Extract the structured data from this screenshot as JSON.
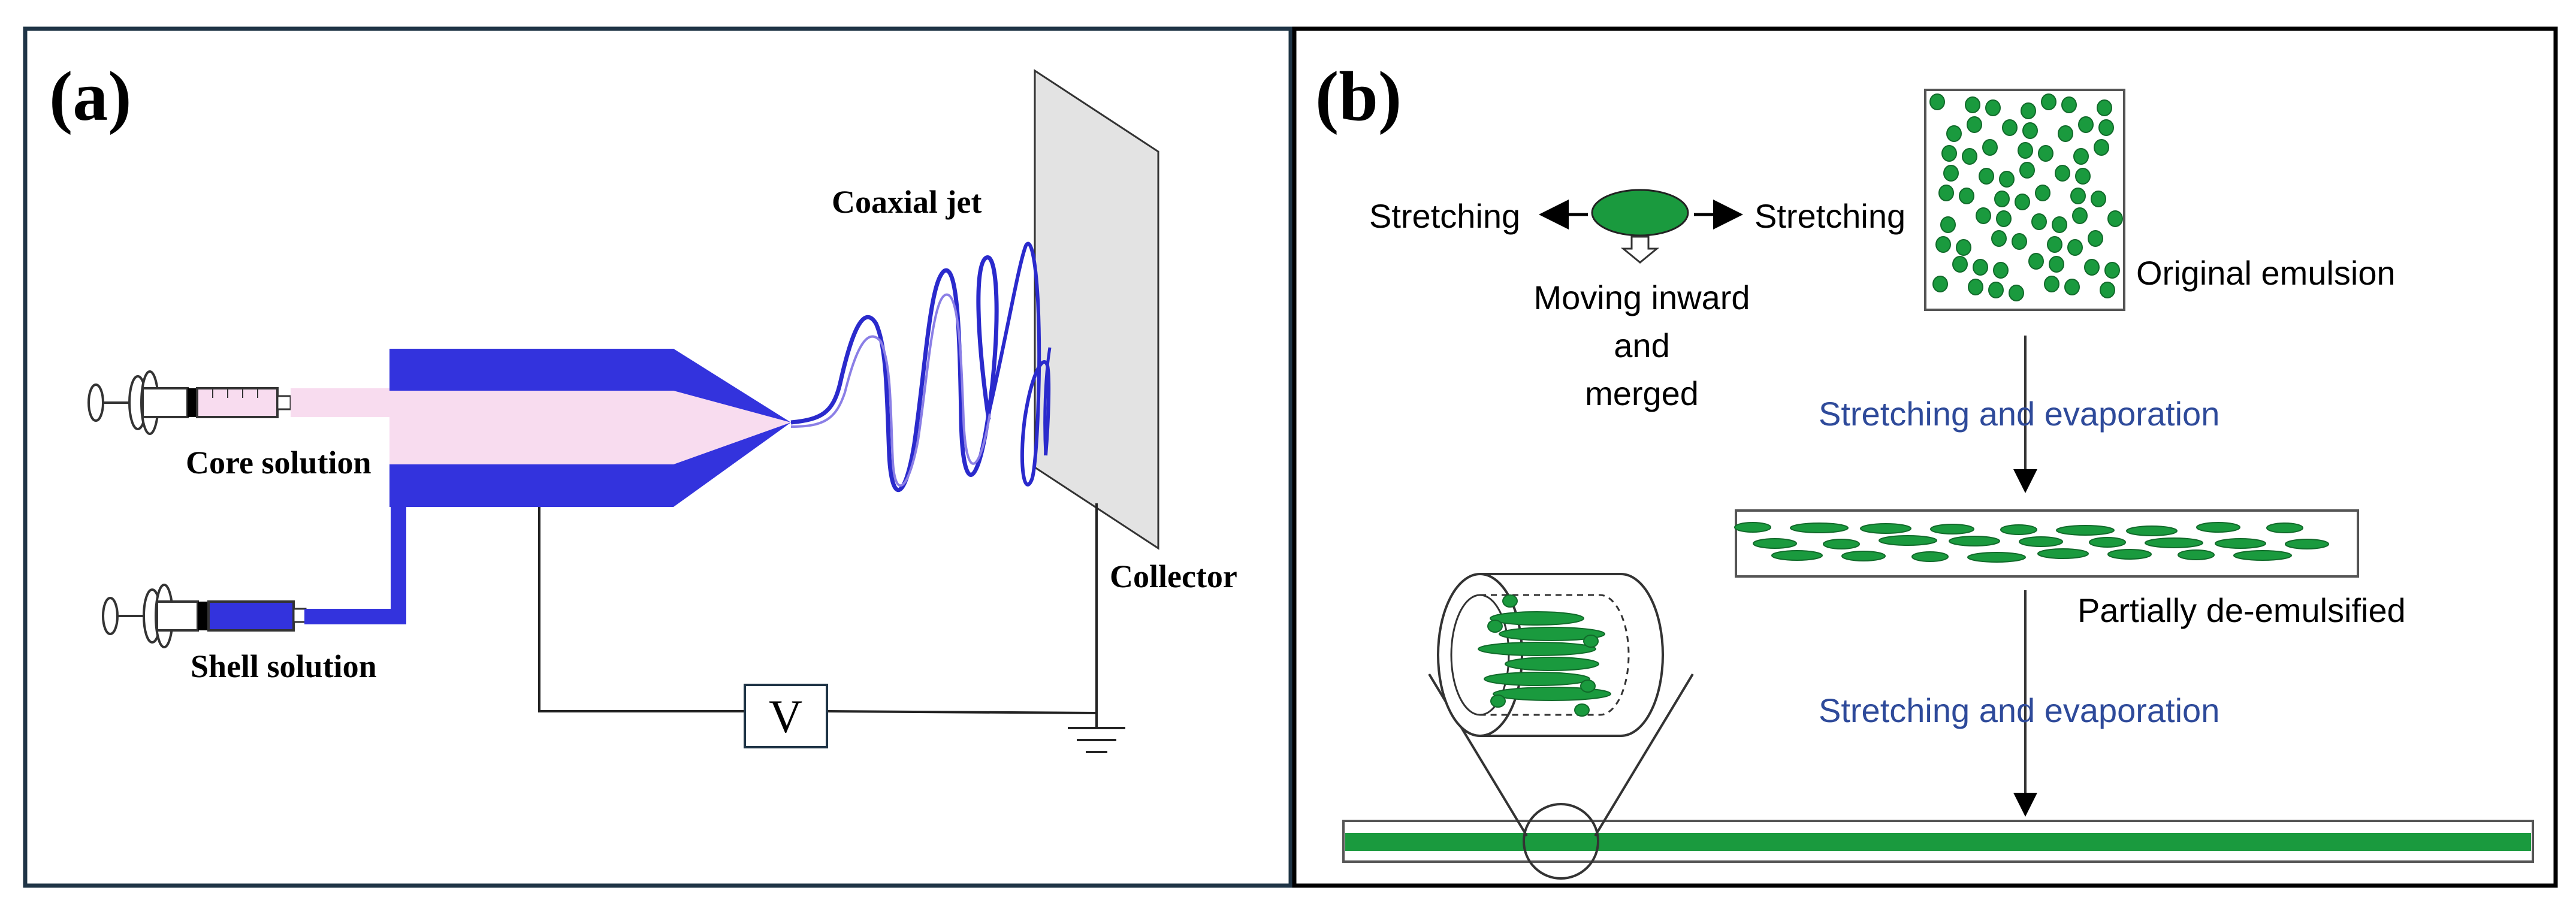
{
  "panel_a": {
    "label": "(a)",
    "coaxial_jet_label": "Coaxial jet",
    "core_solution_label": "Core solution",
    "shell_solution_label": "Shell solution",
    "collector_label": "Collector",
    "voltage_label": "V"
  },
  "panel_b": {
    "label": "(b)",
    "stretching_left": "Stretching",
    "stretching_right": "Stretching",
    "moving_inward_line1": "Moving inward",
    "moving_inward_line2": "and",
    "moving_inward_line3": "merged",
    "original_emulsion_label": "Original emulsion",
    "stretching_evaporation_1": "Stretching and evaporation",
    "partially_demulsified_label": "Partially de-emulsified",
    "stretching_evaporation_2": "Stretching and evaporation"
  },
  "colors": {
    "border": "#1f3446",
    "shell_blue": "#3333dd",
    "core_pink": "#f8dcef",
    "droplet_green": "#1a9a3e",
    "annotation_blue": "#2e4a9a",
    "collector_gray": "#e3e3e3"
  }
}
